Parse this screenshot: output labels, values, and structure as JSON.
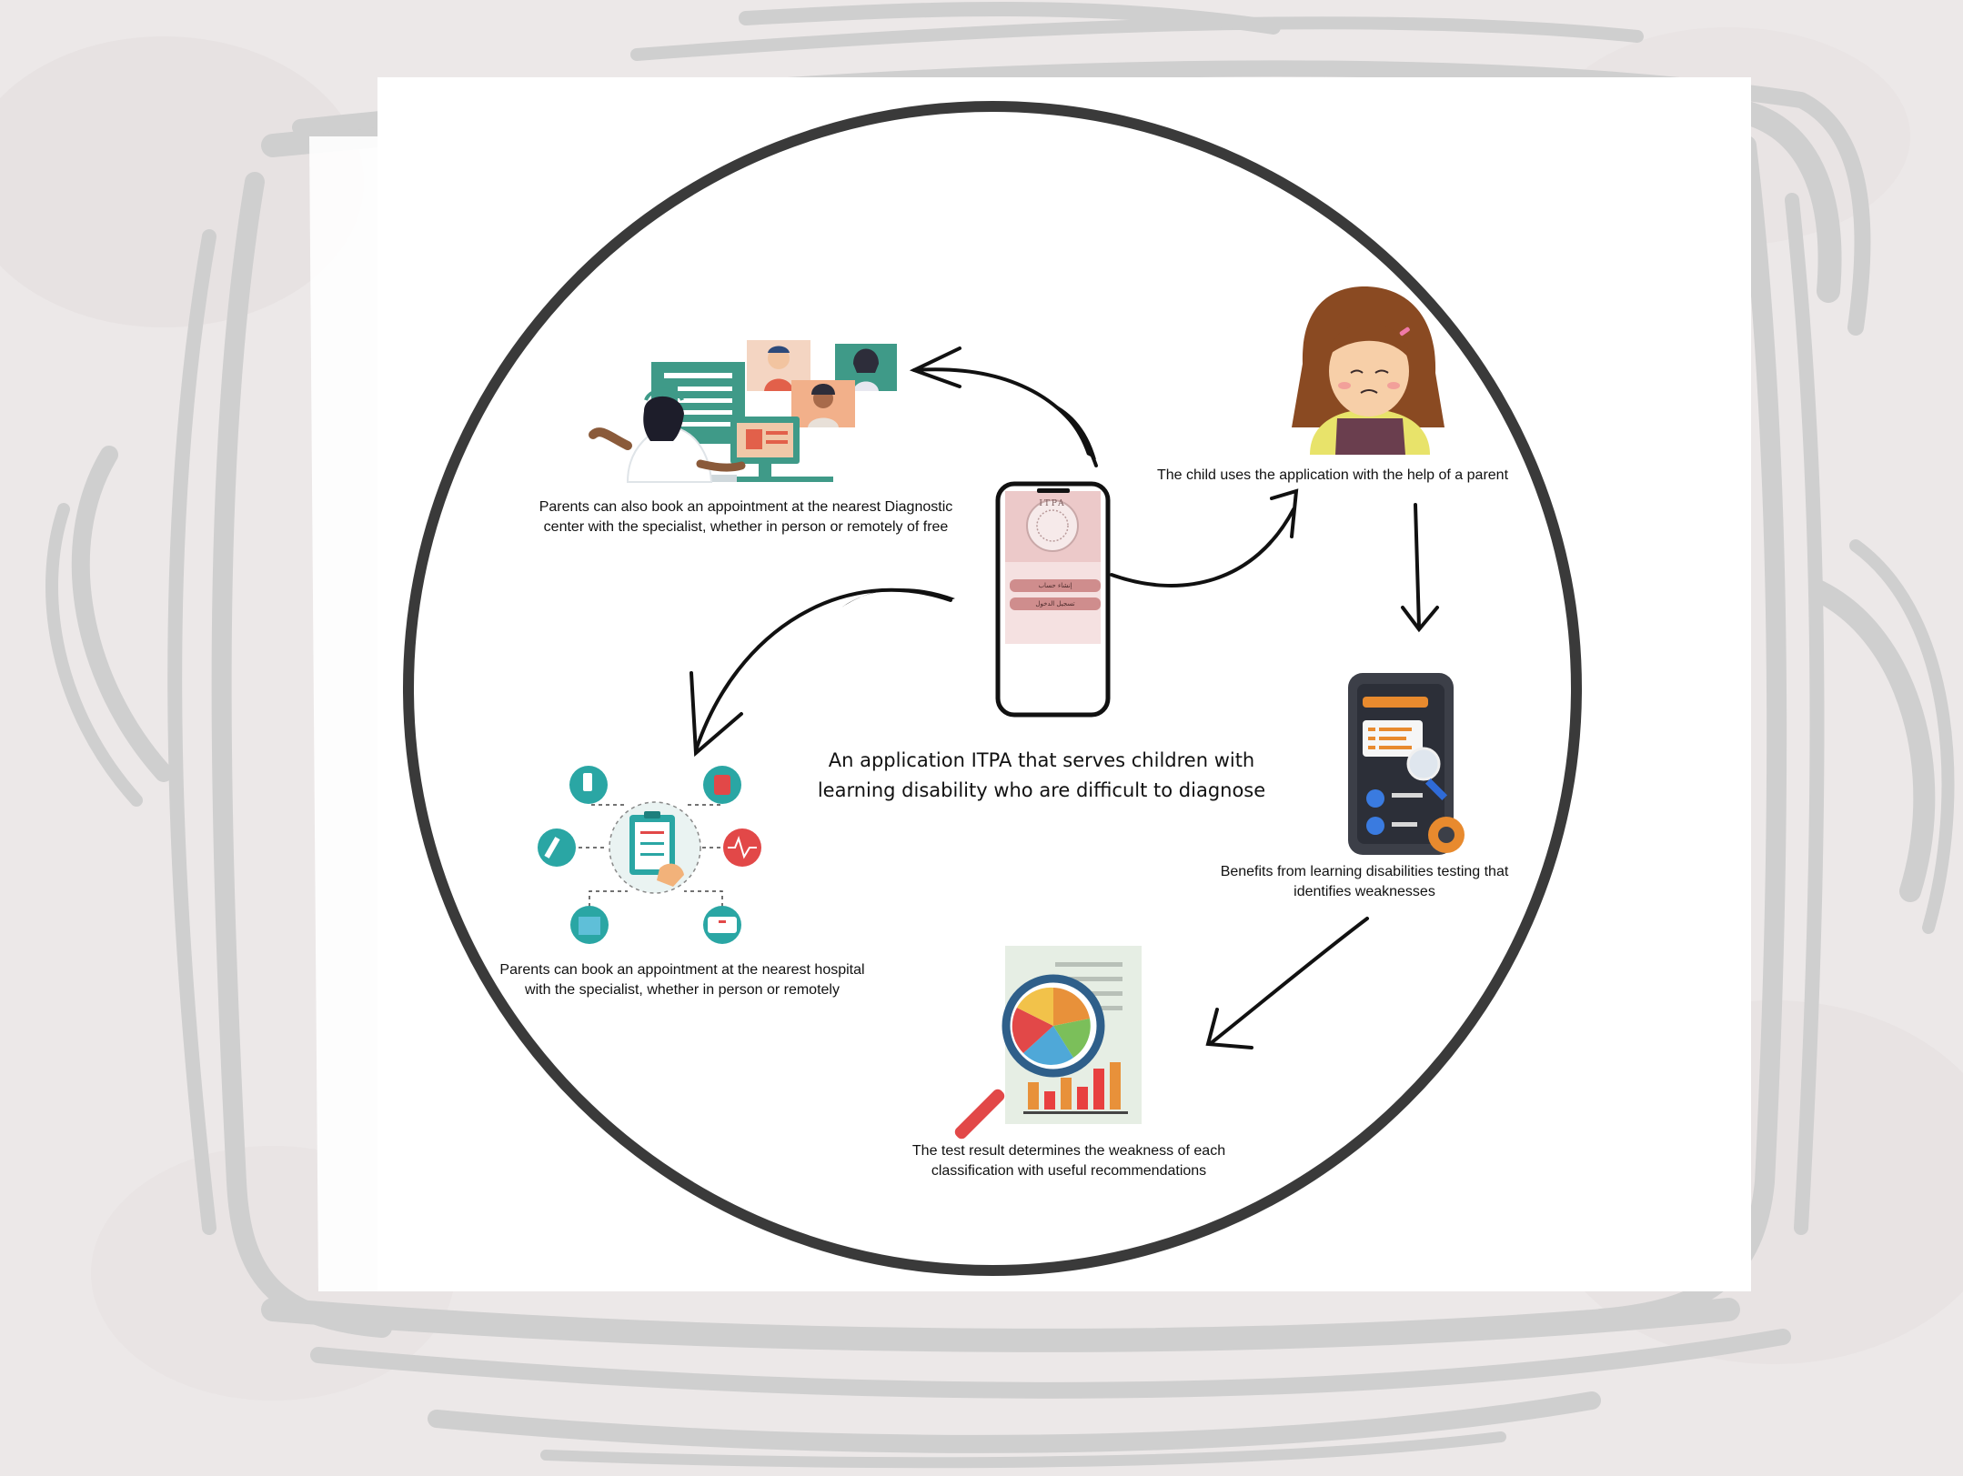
{
  "diagram": {
    "central_caption": {
      "line1": "An application ITPA that serves children with",
      "line2": "learning disability who are difficult to diagnose"
    },
    "phone": {
      "logo_text": "ITPA",
      "button1": "إنشاء حساب",
      "button2": "تسجيل الدخول"
    },
    "steps": {
      "child": {
        "icon": "sad-child-icon",
        "text": "The child uses the application with the help of a parent"
      },
      "testing": {
        "icon": "phone-testing-icon",
        "line1": "Benefits from learning disabilities testing that",
        "line2": "identifies weaknesses"
      },
      "result": {
        "icon": "report-magnifier-icon",
        "line1": "The test result determines the weakness of each",
        "line2": "classification with useful recommendations"
      },
      "hospital": {
        "icon": "medical-network-icon",
        "line1": "Parents can book an appointment at the nearest hospital",
        "line2": "with the specialist, whether in person or remotely"
      },
      "diagnostic_center": {
        "icon": "video-consultation-icon",
        "line1": "Parents can also book an appointment at the nearest Diagnostic",
        "line2": "center with the specialist, whether in person or remotely of free"
      }
    },
    "colors": {
      "background": "#ece8e8",
      "scribble": "#cfcfcf",
      "circle": "#3a3a3a",
      "phone_pink": "#e8c4c4",
      "teal": "#2aa6a4",
      "orange": "#e88a2e"
    }
  }
}
